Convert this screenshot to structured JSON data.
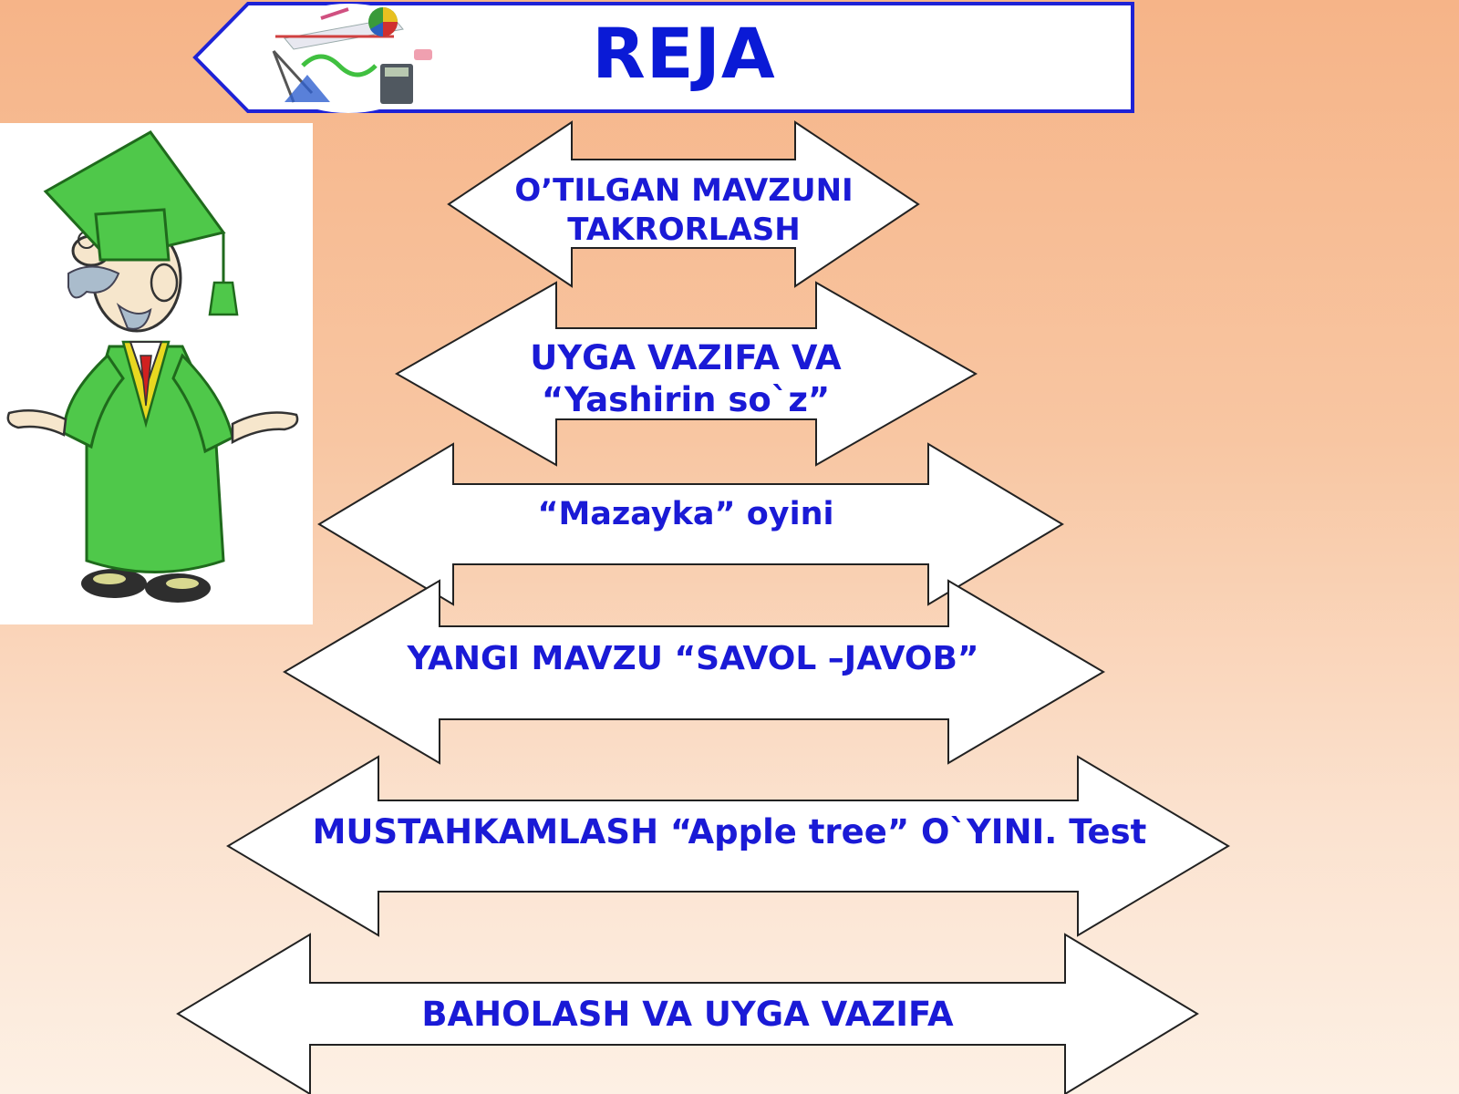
{
  "slide": {
    "title": "REJA",
    "plan_items": [
      {
        "line1": "O’TILGAN MAVZUNI",
        "line2": "TAKRORLASH"
      },
      {
        "line1": "UYGA VAZIFA VA",
        "line2": "“Yashirin  so`z”"
      },
      {
        "line1": "“Mazayka”  oyini",
        "line2": ""
      },
      {
        "line1": "YANGI MAVZU “SAVOL –JAVOB”",
        "line2": ""
      },
      {
        "line1": "MUSTAHKAMLASH “Apple  tree” O`YINI.   Test",
        "line2": ""
      },
      {
        "line1": "BAHOLASH VA UYGA VAZIFA",
        "line2": ""
      }
    ]
  },
  "icons": {
    "teacher": "graduate-professor-clipart",
    "tools": "school-supplies-clipart"
  },
  "colors": {
    "text": "#1a1ad6",
    "title": "#0a1ad6",
    "banner_border": "#1e22d6",
    "gown": "#4fc84a"
  }
}
